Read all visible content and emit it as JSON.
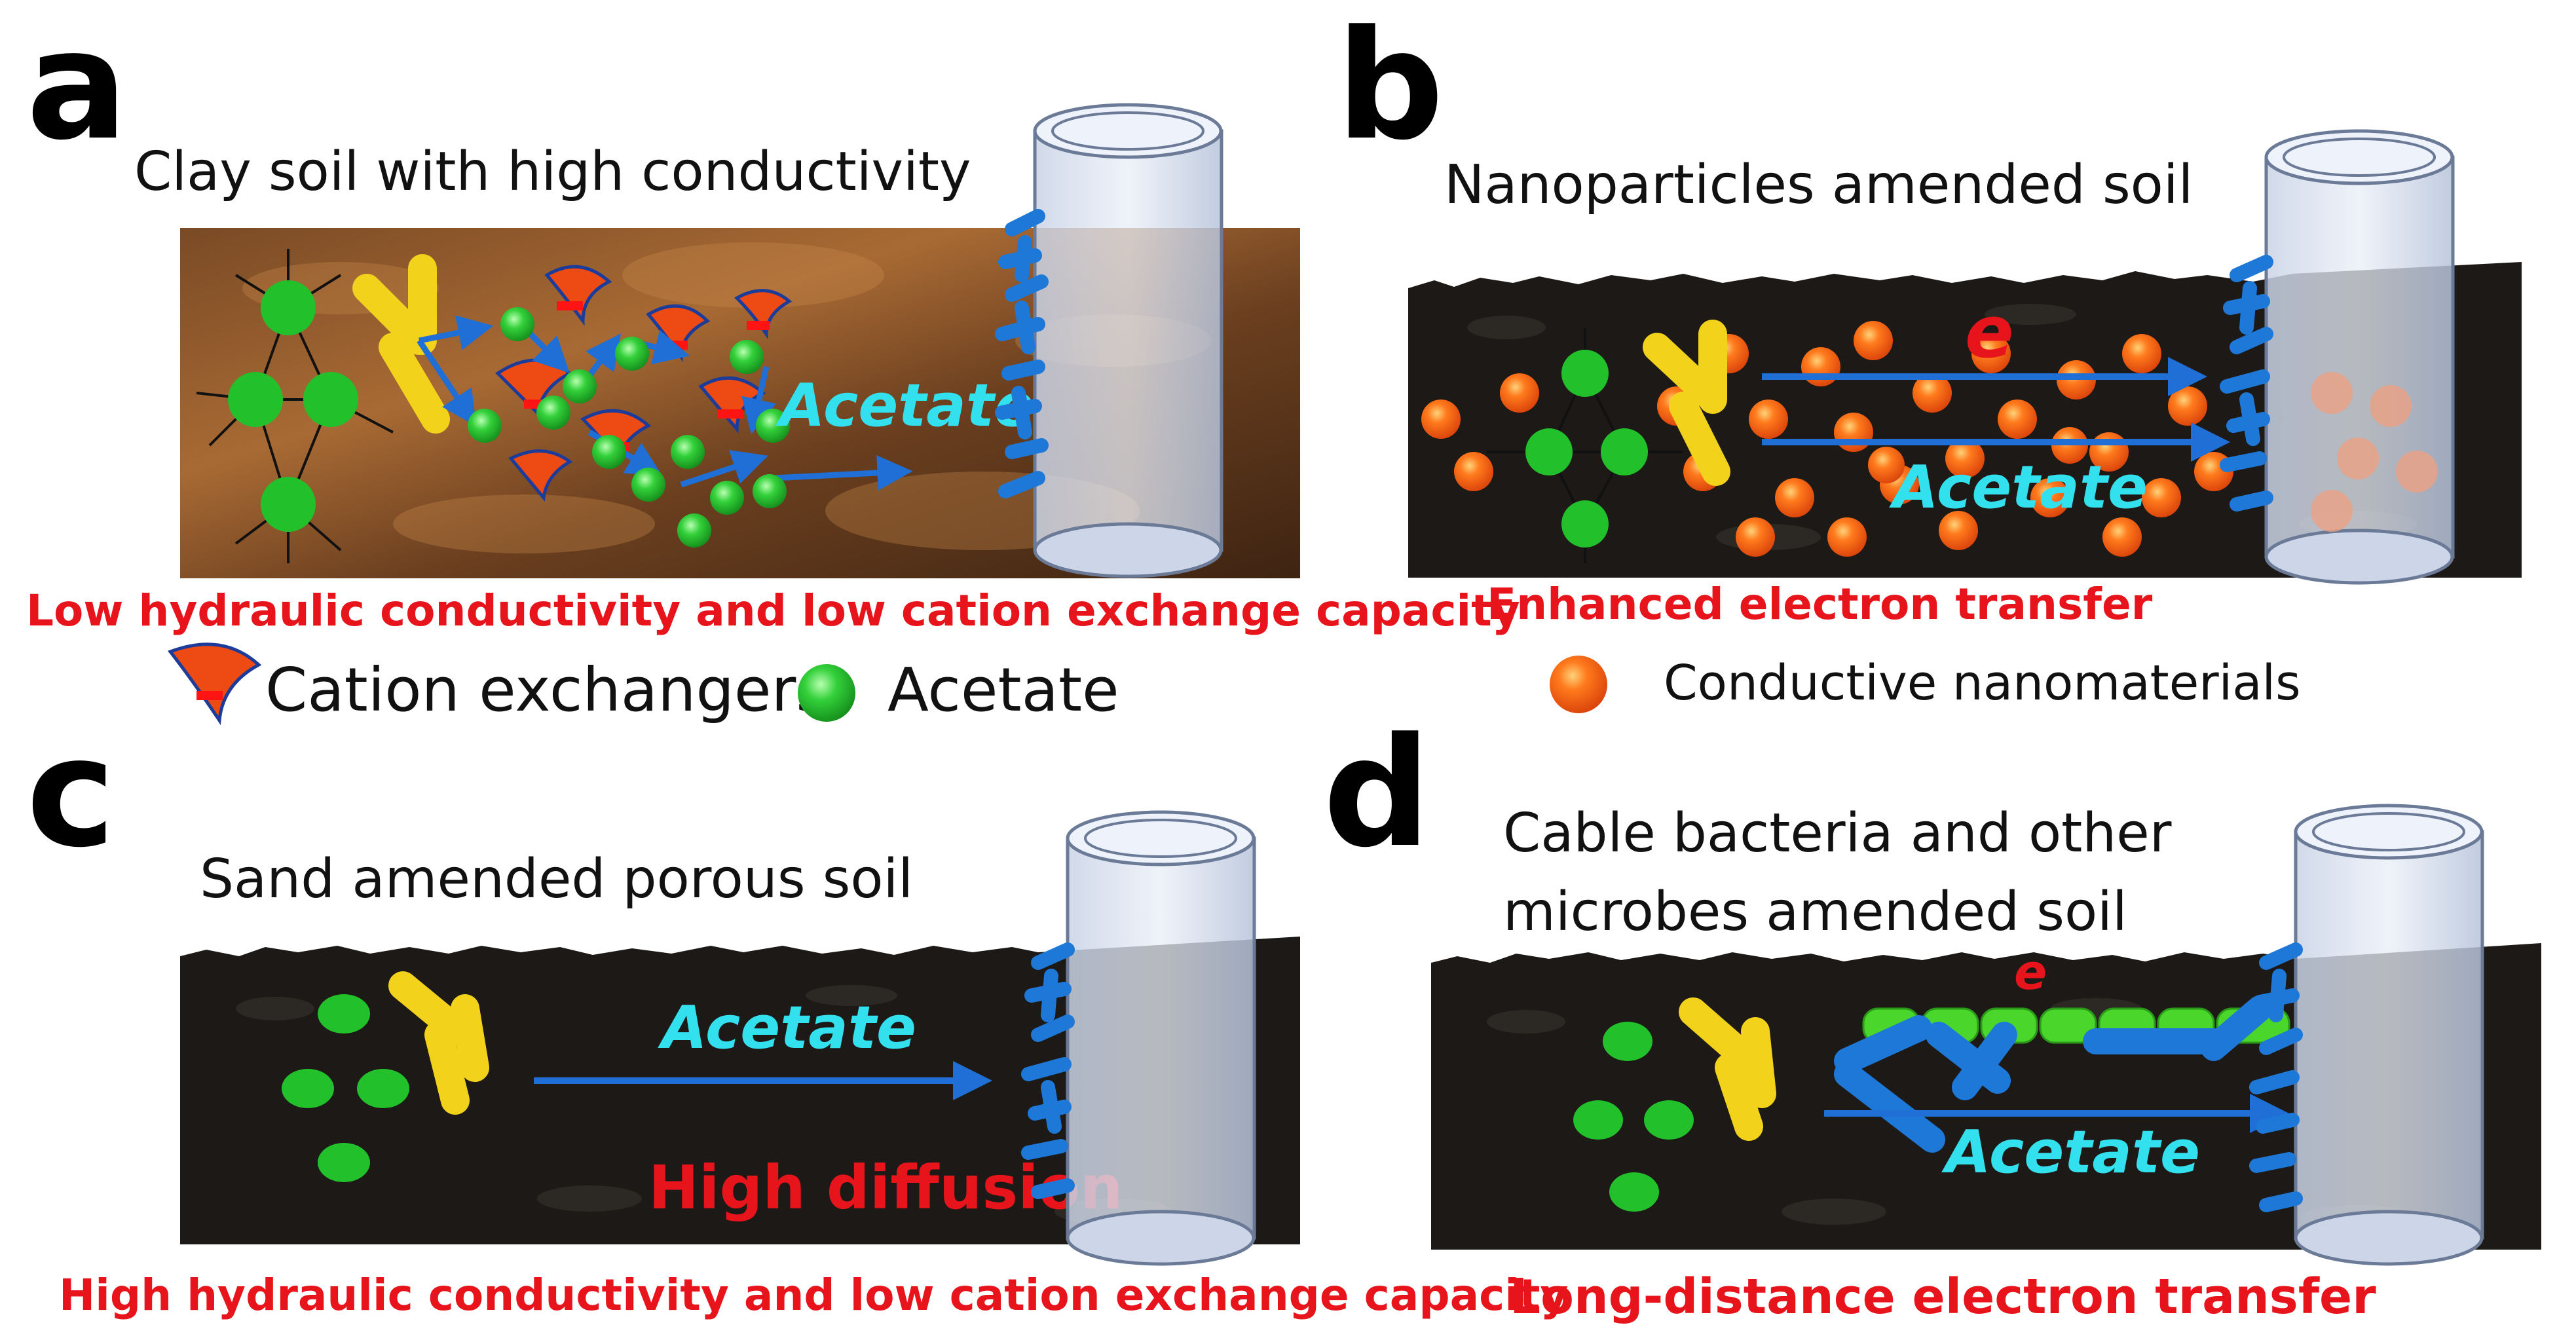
{
  "panels": {
    "a": {
      "letter": "a",
      "title": "Clay soil with high conductivity",
      "flow_label": "Acetate",
      "caption": "Low hydraulic conductivity and low cation exchange capacity",
      "legend_exchangers": "Cation exchangers",
      "legend_acetate": "Acetate"
    },
    "b": {
      "letter": "b",
      "title": "Nanoparticles amended soil",
      "electron_label": "e",
      "flow_label": "Acetate",
      "caption": "Enhanced electron transfer",
      "legend_nano": "Conductive nanomaterials"
    },
    "c": {
      "letter": "c",
      "title": "Sand amended porous soil",
      "flow_label": "Acetate",
      "inner_label": "High diffusion",
      "caption": "High hydraulic conductivity and low cation exchange capacity"
    },
    "d": {
      "letter": "d",
      "title_line1": "Cable bacteria and other",
      "title_line2": "microbes amended soil",
      "electron_label": "e",
      "flow_label": "Acetate",
      "caption": "Long-distance electron transfer"
    }
  },
  "colors": {
    "acetate_green": "#22c02a",
    "microbe_yellow": "#f2d21a",
    "arrow_blue": "#1f6fd6",
    "bacteria_blue": "#1e78d8",
    "caption_red": "#e8141c",
    "nano_orange": "#f25a12",
    "flow_cyan": "#33e0ee"
  }
}
